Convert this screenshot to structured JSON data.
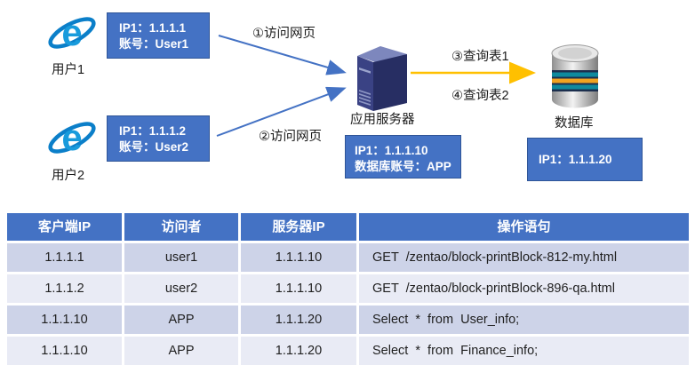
{
  "diagram": {
    "user1": {
      "label": "用户1",
      "box_line1": "IP1：1.1.1.1",
      "box_line2": "账号：User1",
      "icon": "ie-browser-icon"
    },
    "user2": {
      "label": "用户2",
      "box_line1": "IP1：1.1.1.2",
      "box_line2": "账号：User2",
      "icon": "ie-browser-icon"
    },
    "server": {
      "label": "应用服务器",
      "box_line1": "IP1：1.1.1.10",
      "box_line2": "数据库账号：APP",
      "icon": "server-tower-icon"
    },
    "database": {
      "label": "数据库",
      "box_line1": "IP1：1.1.1.20",
      "icon": "database-cylinder-icon"
    },
    "arrows": {
      "arrow1_label": "①访问网页",
      "arrow2_label": "②访问网页",
      "arrow3_label": "③查询表1",
      "arrow4_label": "④查询表2"
    },
    "colors": {
      "box_blue": "#4472C4",
      "box_border": "#2F5597",
      "arrow_blue": "#4472C4",
      "arrow_orange": "#FFC000"
    }
  },
  "table": {
    "headers": [
      "客户端IP",
      "访问者",
      "服务器IP",
      "操作语句"
    ],
    "rows": [
      {
        "cells": [
          "1.1.1.1",
          "user1",
          "1.1.1.10",
          "GET  /zentao/block-printBlock-812-my.html"
        ]
      },
      {
        "cells": [
          "1.1.1.2",
          "user2",
          "1.1.1.10",
          "GET  /zentao/block-printBlock-896-qa.html"
        ]
      },
      {
        "cells": [
          "1.1.1.10",
          "APP",
          "1.1.1.20",
          "Select  *  from  User_info;"
        ]
      },
      {
        "cells": [
          "1.1.1.10",
          "APP",
          "1.1.1.20",
          "Select  *  from  Finance_info;"
        ]
      }
    ],
    "colors": {
      "header_bg": "#4472C4",
      "row_odd": "#CDD3E8",
      "row_even": "#E9EBF5"
    }
  }
}
